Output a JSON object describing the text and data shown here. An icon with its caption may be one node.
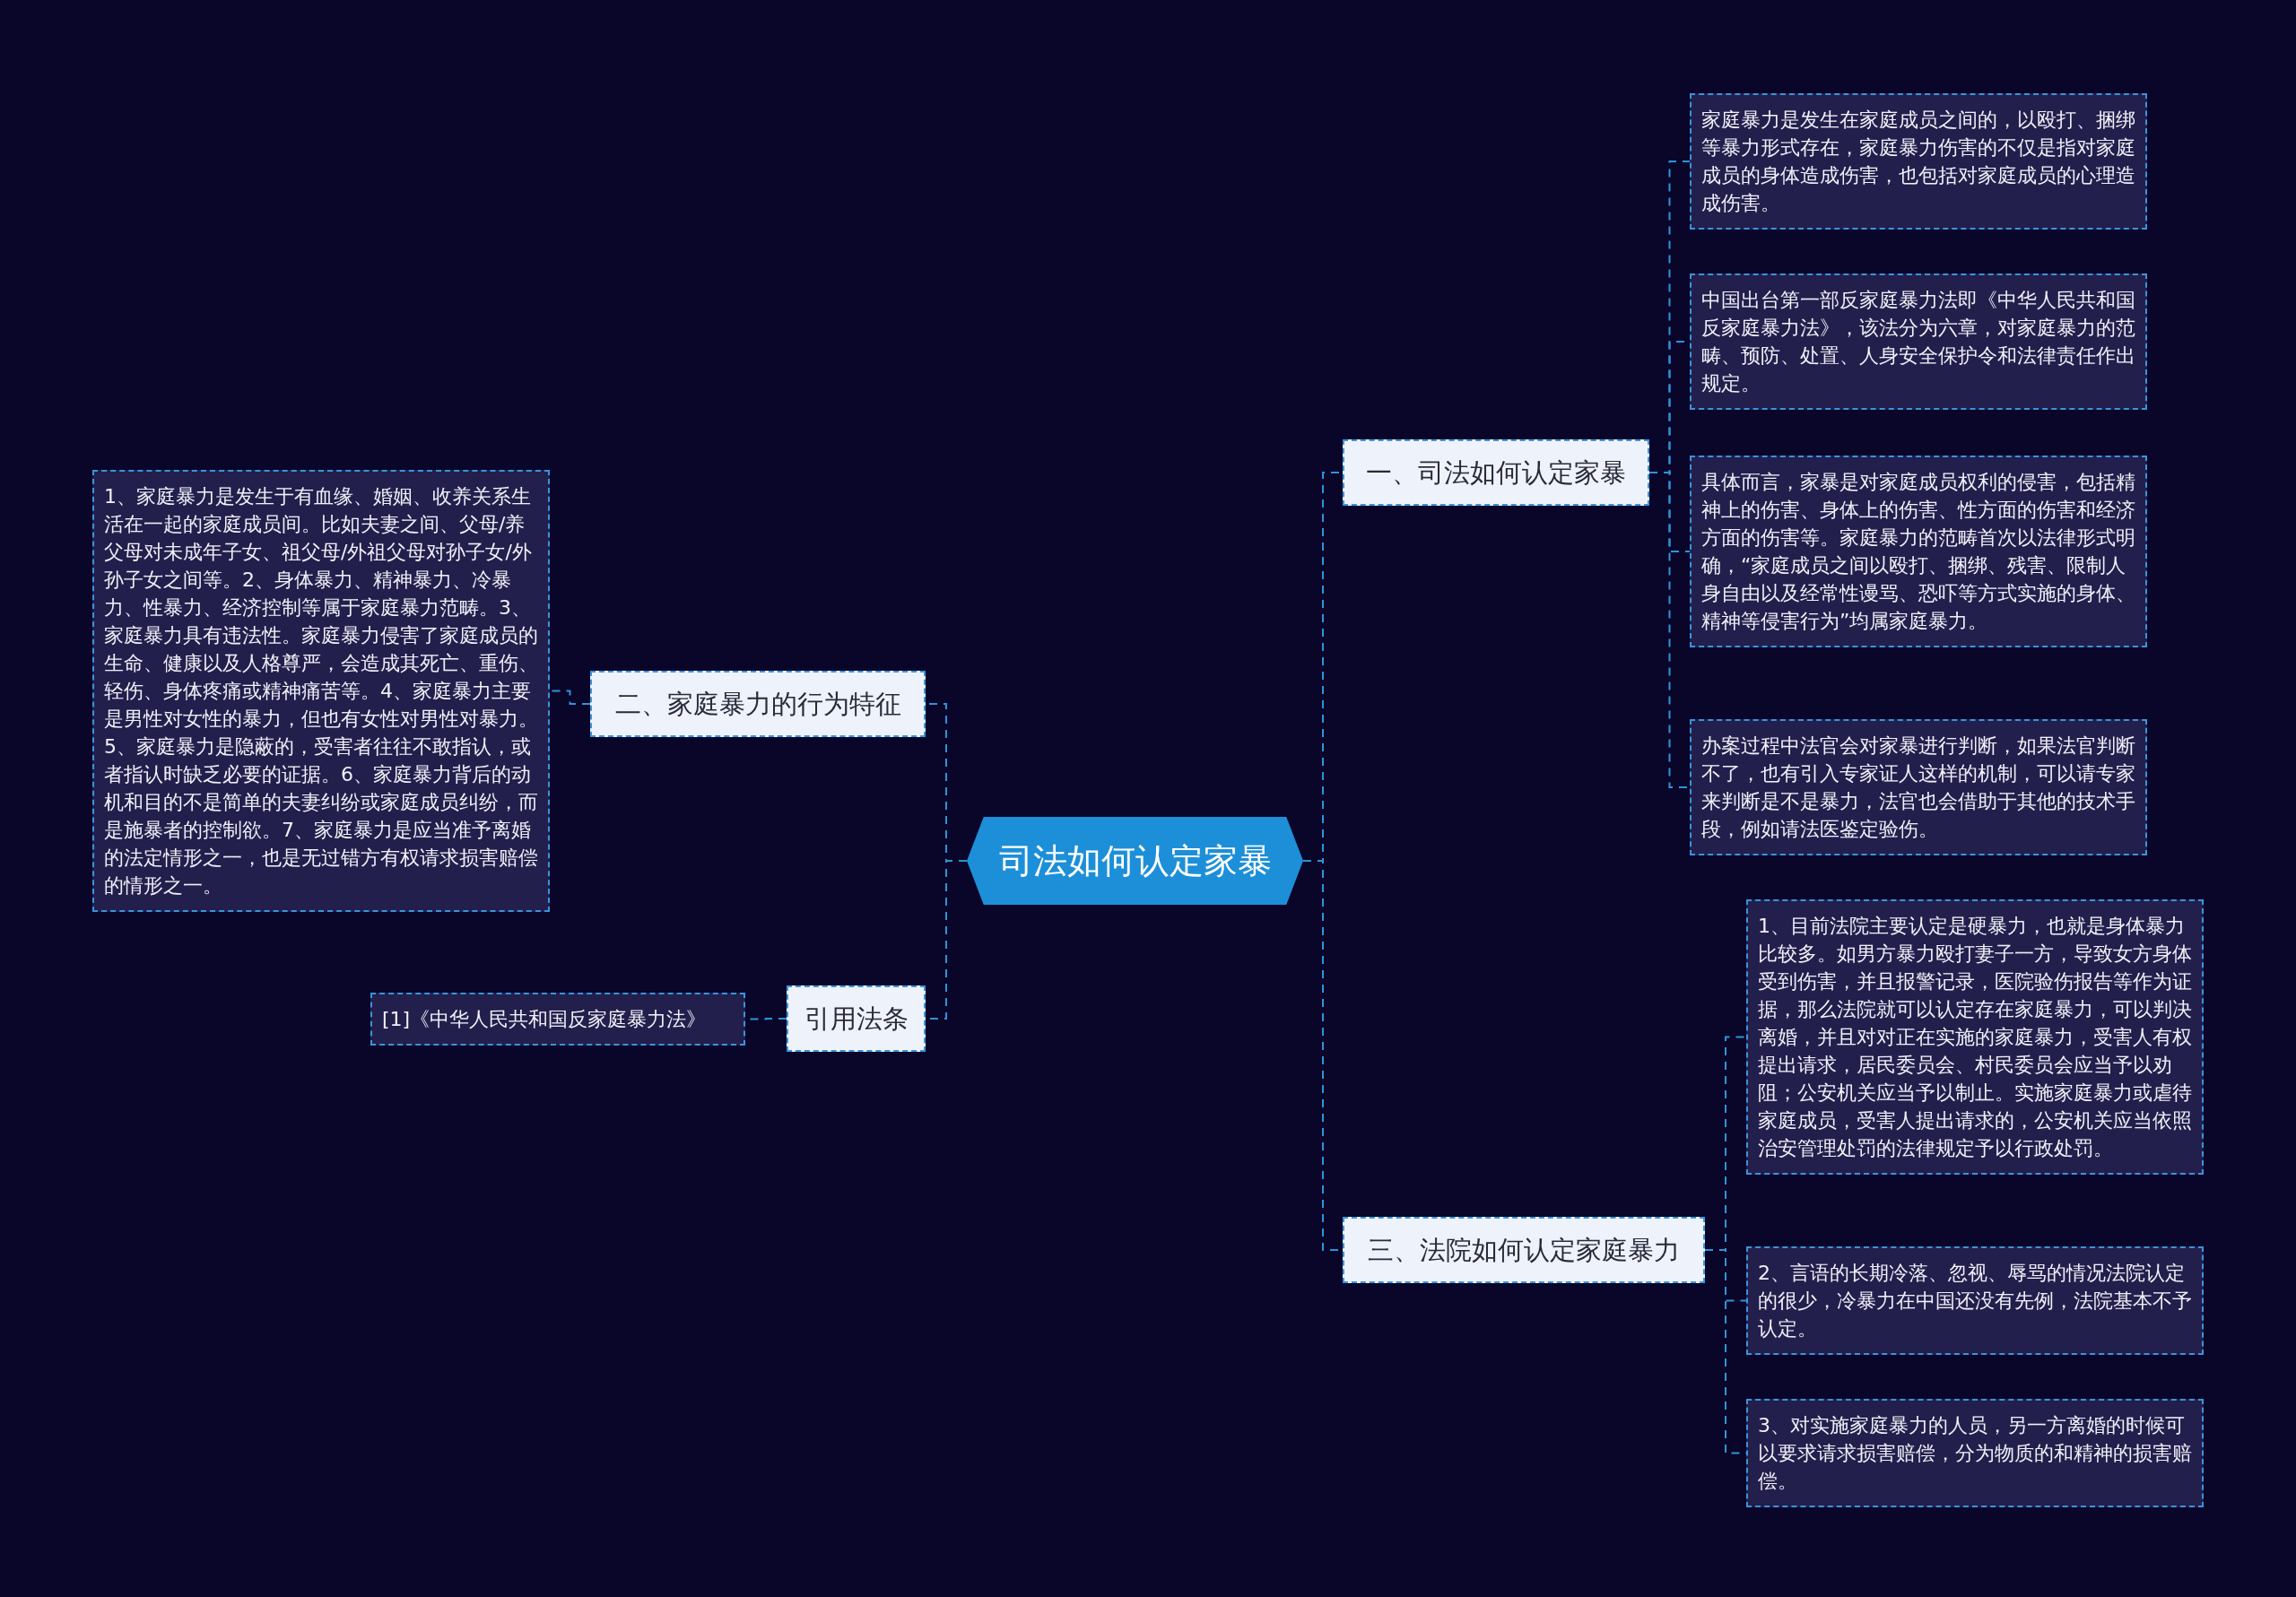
{
  "diagram": {
    "nodes": [
      {
        "text": [
          "司法如何认定家暴"
        ]
      },
      {
        "text": [
          "一、司法如何认定家暴"
        ]
      },
      {
        "text": [
          "家庭暴力是发生在家庭成员之间的，以殴打、捆绑等暴力形式存在，家庭暴力伤害的不仅是指对家庭成员的身体造成伤害，也包括对家庭成员的心理造成伤害。"
        ]
      },
      {
        "text": [
          "中国出台第一部反家庭暴力法即《中华人民共和国反家庭暴力法》，该法分为六章，对家庭暴力的范畴、预防、处置、人身安全保护令和法律责任作出规定。"
        ]
      },
      {
        "text": [
          "具体而言，家暴是对家庭成员权利的侵害，包括精神上的伤害、身体上的伤害、性方面的伤害和经济方面的伤害等。家庭暴力的范畴首次以法律形式明确，“家庭成员之间以殴打、捆绑、残害、限制人身自由以及经常性谩骂、恐吓等方式实施的身体、精神等侵害行为”均属家庭暴力。"
        ]
      },
      {
        "text": [
          "办案过程中法官会对家暴进行判断，如果法官判断不了，也有引入专家证人这样的机制，可以请专家来判断是不是暴力，法官也会借助于其他的技术手段，例如请法医鉴定验伤。"
        ]
      },
      {
        "text": [
          "三、法院如何认定家庭暴力"
        ]
      },
      {
        "text": [
          "1、目前法院主要认定是硬暴力，也就是身体暴力比较多。如男方暴力殴打妻子一方，导致女方身体受到伤害，并且报警记录，医院验伤报告等作为证据，那么法院就可以认定存在家庭暴力，可以判决离婚，并且对对正在实施的家庭暴力，受害人有权提出请求，居民委员会、村民委员会应当予以劝阻；公安机关应当予以制止。实施家庭暴力或虐待家庭成员，受害人提出请求的，公安机关应当依照治安管理处罚的法律规定予以行政处罚。"
        ]
      },
      {
        "text": [
          "2、言语的长期冷落、忽视、辱骂的情况法院认定的很少，冷暴力在中国还没有先例，法院基本不予认定。"
        ]
      },
      {
        "text": [
          "3、对实施家庭暴力的人员，另一方离婚的时候可以要求请求损害赔偿，分为物质的和精神的损害赔偿。"
        ]
      },
      {
        "text": [
          "二、家庭暴力的行为特征"
        ]
      },
      {
        "text": [
          "1、家庭暴力是发生于有血缘、婚姻、收养关系生活在一起的家庭成员间。比如夫妻之间、父母/养父母对未成年子女、祖父母/外祖父母对孙子女/外孙子女之间等。2、身体暴力、精神暴力、冷暴力、性暴力、经济控制等属于家庭暴力范畴。3、家庭暴力具有违法性。家庭暴力侵害了家庭成员的生命、健康以及人格尊严，会造成其死亡、重伤、轻伤、身体疼痛或精神痛苦等。4、家庭暴力主要是男性对女性的暴力，但也有女性对男性对暴力。5、家庭暴力是隐蔽的，受害者往往不敢指认，或者指认时缺乏必要的证据。6、家庭暴力背后的动机和目的不是简单的夫妻纠纷或家庭成员纠纷，而是施暴者的控制欲。7、家庭暴力是应当准予离婚的法定情形之一，也是无过错方有权请求损害赔偿的情形之一。"
        ]
      },
      {
        "text": [
          "引用法条"
        ]
      },
      {
        "text": [
          "[1]《中华人民共和国反家庭暴力法》"
        ]
      }
    ],
    "edges": [
      {
        "from": 0,
        "to": 1,
        "arrow": "none",
        "style": "dashed"
      },
      {
        "from": 1,
        "to": 2,
        "arrow": "none",
        "style": "dashed"
      },
      {
        "from": 1,
        "to": 3,
        "arrow": "none",
        "style": "dashed"
      },
      {
        "from": 1,
        "to": 4,
        "arrow": "none",
        "style": "dashed"
      },
      {
        "from": 1,
        "to": 5,
        "arrow": "none",
        "style": "dashed"
      },
      {
        "from": 0,
        "to": 6,
        "arrow": "none",
        "style": "dashed"
      },
      {
        "from": 6,
        "to": 7,
        "arrow": "none",
        "style": "dashed"
      },
      {
        "from": 6,
        "to": 8,
        "arrow": "none",
        "style": "dashed"
      },
      {
        "from": 6,
        "to": 9,
        "arrow": "none",
        "style": "dashed"
      },
      {
        "from": 0,
        "to": 10,
        "arrow": "none",
        "style": "dashed"
      },
      {
        "from": 10,
        "to": 11,
        "arrow": "none",
        "style": "dashed"
      },
      {
        "from": 0,
        "to": 12,
        "arrow": "none",
        "style": "dashed"
      },
      {
        "from": 12,
        "to": 13,
        "arrow": "none",
        "style": "dashed"
      }
    ]
  }
}
